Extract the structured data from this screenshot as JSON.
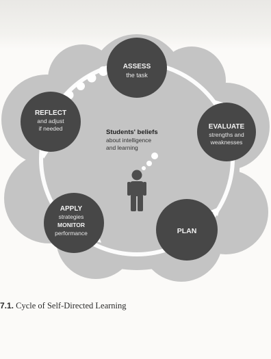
{
  "diagram": {
    "center": {
      "title": "Students' beliefs",
      "line1": "about intelligence",
      "line2": "and learning"
    },
    "nodes": [
      {
        "id": "assess",
        "title": "ASSESS",
        "sub1": "the task",
        "sub2": ""
      },
      {
        "id": "evaluate",
        "title": "EVALUATE",
        "sub1": "strengths and",
        "sub2": "weaknesses"
      },
      {
        "id": "plan",
        "title": "PLAN",
        "sub1": "",
        "sub2": ""
      },
      {
        "id": "apply",
        "title": "APPLY",
        "sub1": "strategies",
        "sub2": "MONITOR",
        "sub3": "performance"
      },
      {
        "id": "reflect",
        "title": "REFLECT",
        "sub1": "and adjust",
        "sub2": "if needed"
      }
    ]
  },
  "caption": {
    "number": "7.1.",
    "text": "Cycle of Self-Directed Learning"
  },
  "colors": {
    "cloud": "#c5c5c5",
    "cloud_edge": "#b3b3b3",
    "node": "#4a4a4a",
    "arrow": "#ffffff",
    "person": "#4e4e4e"
  }
}
